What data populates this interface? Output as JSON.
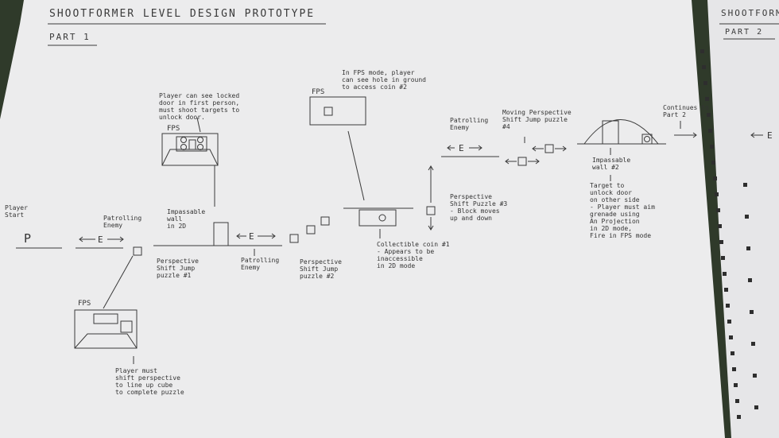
{
  "sheet1": {
    "title": "SHOOTFORMER LEVEL DESIGN PROTOTYPE",
    "part": "PART 1"
  },
  "sheet2": {
    "title": "SHOOTFORMER",
    "part": "PART 2",
    "edge_fragment": "E"
  },
  "labels": {
    "player_start": "Player\nStart",
    "player_start_glyph": "P",
    "patrolling_enemy_1": "Patrolling\nEnemy",
    "enemy_glyph": "E",
    "fps_1": "FPS",
    "fps_2": "FPS",
    "fps_3": "FPS",
    "fps1_note": "Player can see locked\ndoor in first person,\nmust shoot targets to\nunlock door.",
    "impassable_wall_1": "Impassable\nwall\nin 2D",
    "patrolling_enemy_2": "Patrolling\nEnemy",
    "shift_puzzle_1": "Perspective\nShift Jump\npuzzle #1",
    "fps3_note": "Player must\nshift perspective\nto line up cube\nto complete puzzle",
    "shift_puzzle_2": "Perspective\nShift Jump\npuzzle #2",
    "fps2_note": "In FPS mode, player\ncan see hole in ground\nto access coin #2",
    "coin_1": "Collectible coin #1\n- Appears to be inaccessible\nin 2D mode",
    "shift_puzzle_3": "Perspective\nShift Puzzle #3\n- Block moves\nup and down",
    "patrolling_enemy_3": "Patrolling\nEnemy",
    "moving_puzzle_4": "Moving Perspective\nShift Jump puzzle\n#4",
    "impassable_wall_2": "Impassable\nwall #2",
    "wall2_note": "Target to\nunlock door\non other side\n- Player must aim\ngrenade using\nAn Projection\nin 2D mode,\nFire in FPS mode",
    "continues": "Continues to\nPart 2"
  },
  "colors": {
    "paper": "#ededee",
    "ink": "#3a3a3a",
    "background": "#2f3a2a"
  }
}
